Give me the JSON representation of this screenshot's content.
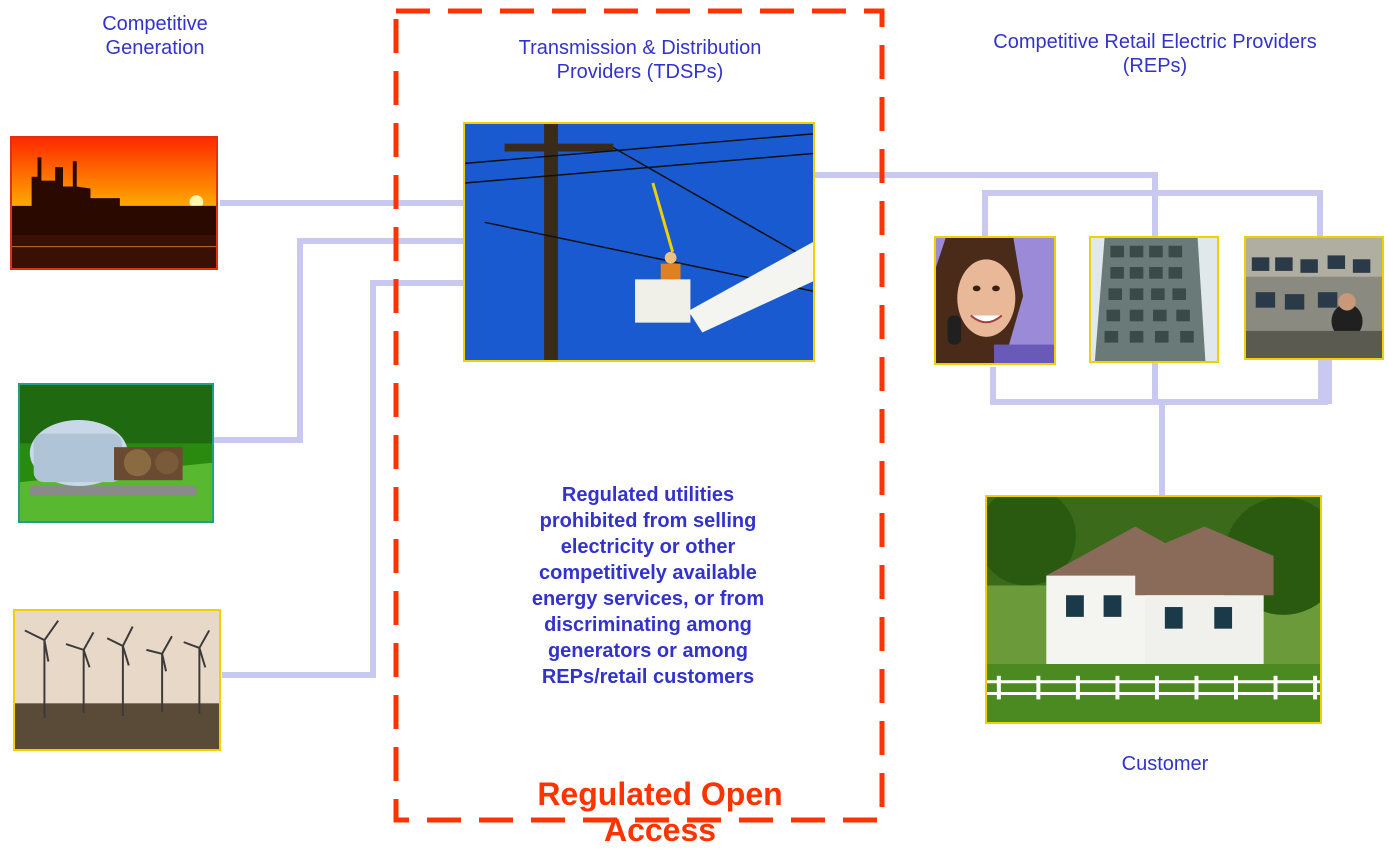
{
  "labels": {
    "generation": "Competitive\nGeneration",
    "tdsp": "Transmission & Distribution\nProviders (TDSPs)",
    "reps": "Competitive Retail Electric Providers\n(REPs)",
    "customer": "Customer"
  },
  "note": "Regulated utilities\nprohibited from selling\nelectricity or other\ncompetitively available\nenergy services, or from\ndiscriminating among\ngenerators or among\nREPs/retail customers",
  "open_access": "Regulated Open\nAccess",
  "colors": {
    "text": "#3333cc",
    "accent": "#ff3300",
    "wire": "#c8c8f0",
    "frame_red": "#e03010",
    "frame_yellow": "#f0d000",
    "frame_teal": "#20a080"
  }
}
